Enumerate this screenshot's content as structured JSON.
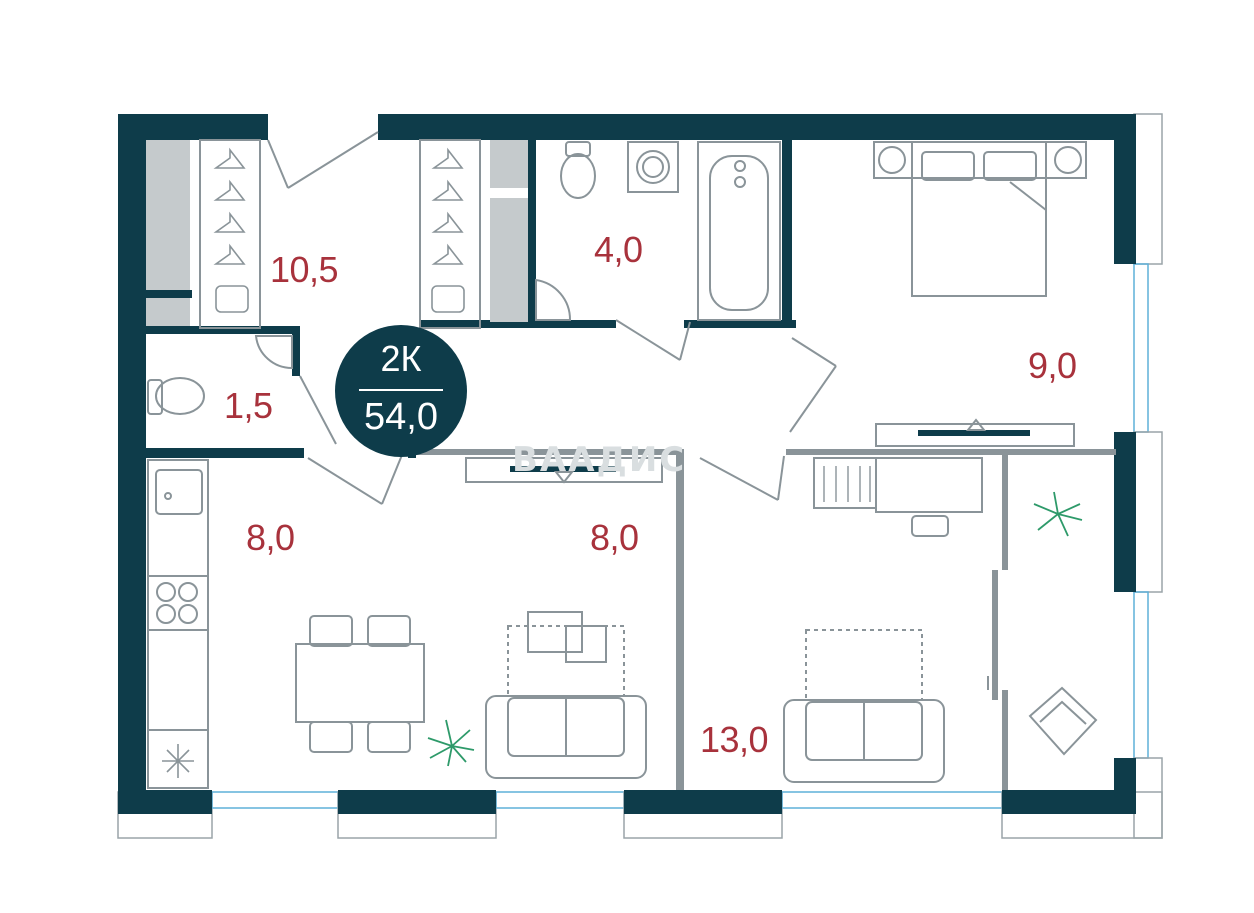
{
  "plan": {
    "apartment_type": "2К",
    "total_area": "54,0",
    "watermark": "ВААДИС",
    "colors": {
      "wall": "#0e3c4a",
      "area_text": "#a8323c",
      "furniture": "#8a9499",
      "window": "#5fb0d8",
      "plant": "#2e9a6a"
    },
    "rooms": [
      {
        "id": "hall",
        "area": "10,5"
      },
      {
        "id": "bathroom",
        "area": "4,0"
      },
      {
        "id": "bedroom",
        "area": "9,0"
      },
      {
        "id": "toilet",
        "area": "1,5"
      },
      {
        "id": "kitchen",
        "area": "8,0"
      },
      {
        "id": "dining",
        "area": "8,0"
      },
      {
        "id": "living",
        "area": "13,0"
      }
    ],
    "icons": [
      "hanger-icon",
      "washing-machine-icon",
      "bathtub-icon",
      "toilet-icon",
      "shower-icon",
      "bed-icon",
      "sofa-icon",
      "dining-table-icon",
      "stove-icon",
      "sink-icon",
      "fridge-icon",
      "plant-icon",
      "armchair-icon",
      "desk-icon",
      "tv-icon"
    ]
  }
}
